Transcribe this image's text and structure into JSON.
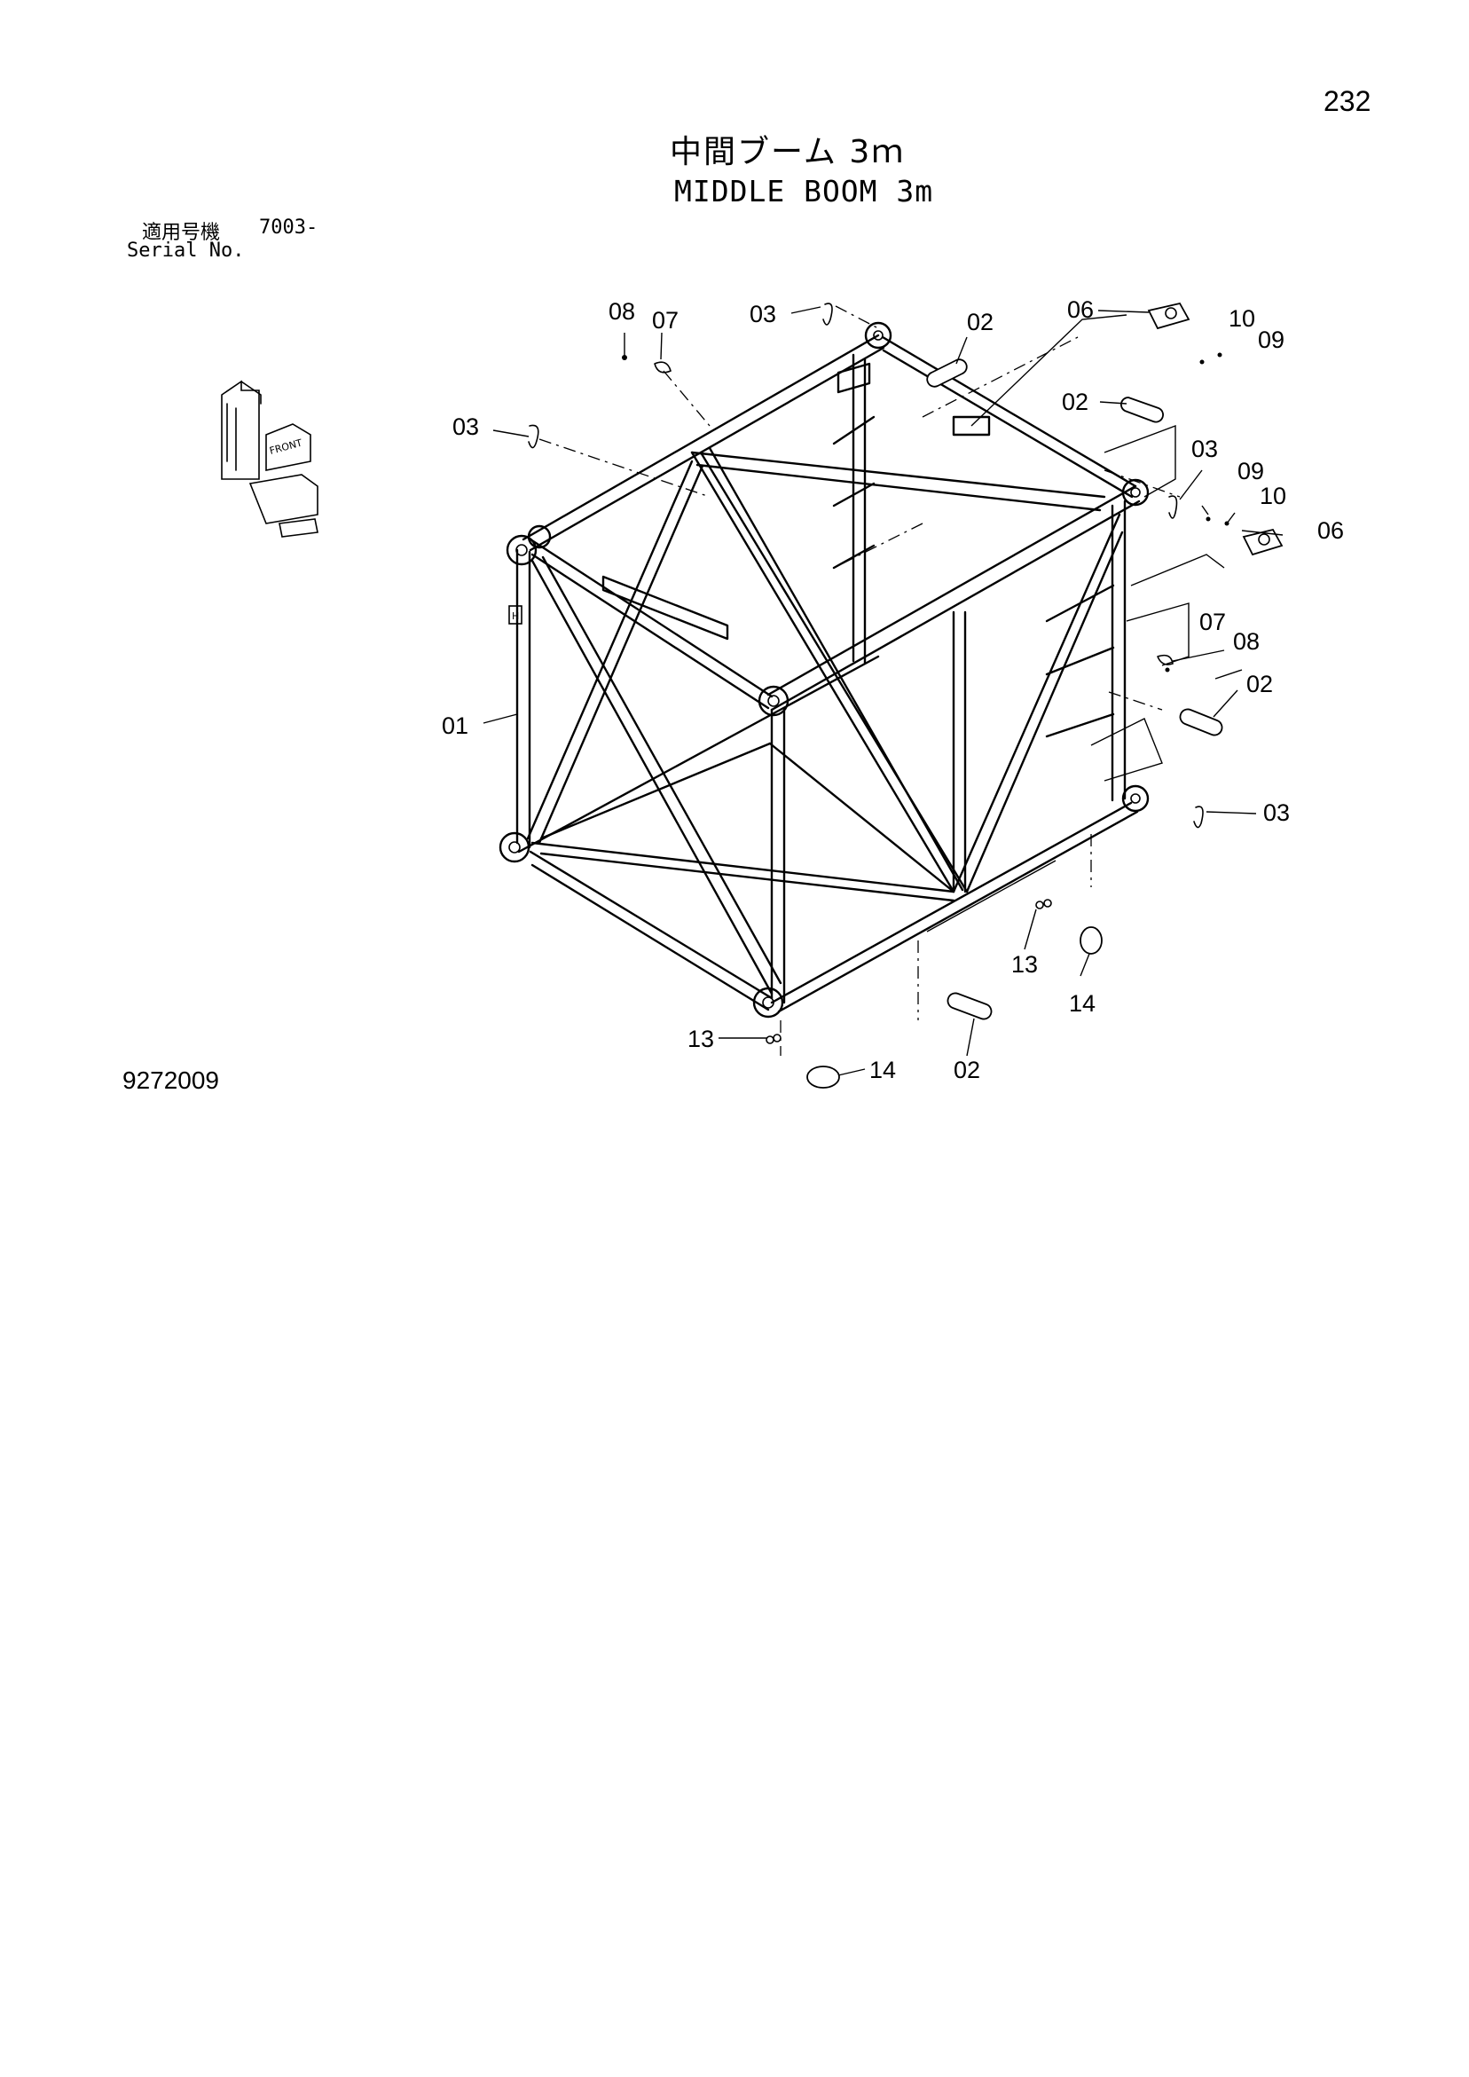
{
  "page_number": "232",
  "title_jp": "中間ブーム 3ｍ",
  "title_en": "MIDDLE BOOM 3m",
  "serial": {
    "label_jp": "適用号機",
    "value": "7003-",
    "label_en": "Serial No."
  },
  "drawing_number": "9272009",
  "orientation_icon_text": "FRONT",
  "callouts": {
    "c01": "01",
    "c02_top": "02",
    "c02_right_upper": "02",
    "c02_right_lower": "02",
    "c02_bottom": "02",
    "c03_top": "03",
    "c03_left": "03",
    "c03_right_upper": "03",
    "c03_right_lower": "03",
    "c06_top": "06",
    "c06_right": "06",
    "c07_top": "07",
    "c07_right": "07",
    "c08_top": "08",
    "c08_right": "08",
    "c09_top": "09",
    "c09_right": "09",
    "c10_top": "10",
    "c10_right": "10",
    "c13_right": "13",
    "c13_bottom": "13",
    "c14_right": "14",
    "c14_bottom": "14"
  }
}
